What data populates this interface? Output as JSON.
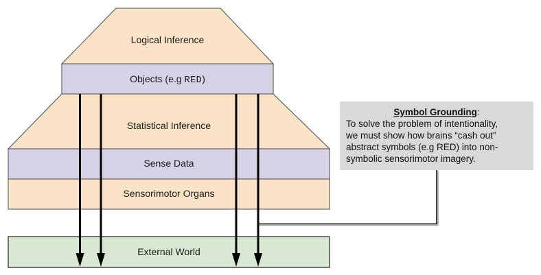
{
  "diagram": {
    "labels": {
      "logical": "Logical Inference",
      "objects_prefix": "Objects (e.g ",
      "objects_code": "RED",
      "objects_suffix": ")",
      "statistical": "Statistical Inference",
      "sense": "Sense Data",
      "sensorimotor": "Sensorimotor Organs",
      "external": "External World"
    },
    "colors": {
      "layer_peach": "#fae3c6",
      "layer_lavender": "#d8d2e7",
      "layer_green": "#d9e8d2",
      "outline": "#4a4a4a",
      "arrow": "#000000",
      "connector": "#000000",
      "connector_shadow": "#a6a6a6",
      "callout_bg": "#d9d9d9"
    }
  },
  "callout": {
    "title": "Symbol Grounding",
    "colon": ":",
    "body_lines": [
      "To solve the problem of intentionality,",
      "we must show how brains “cash out”",
      "abstract symbols (e.g RED) into non-",
      "symbolic sensorimotor imagery."
    ]
  }
}
